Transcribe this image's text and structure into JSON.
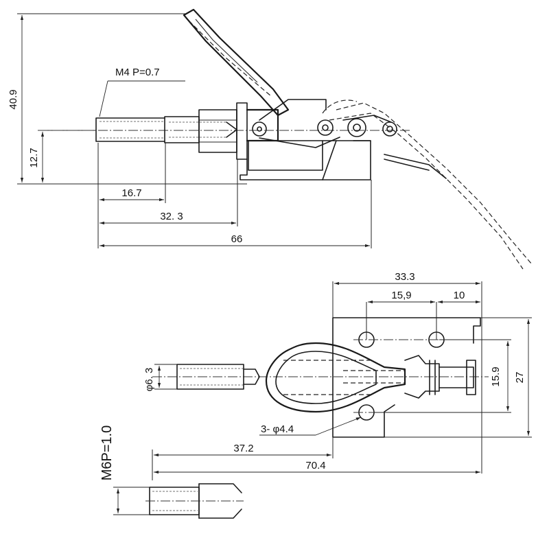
{
  "side_view": {
    "thread_label": "M4 P=0.7",
    "dim_overall_height": "40.9",
    "dim_axis_height": "12.7",
    "dim_thread_length": "16.7",
    "dim_plunger_length": "32. 3",
    "dim_overall_length": "66"
  },
  "top_view": {
    "dim_base_width": "33.3",
    "dim_hole_spacing_a": "15,9",
    "dim_hole_spacing_b": "10",
    "dim_hole_pitch_vertical": "15.9",
    "dim_base_height": "27",
    "dim_rod_diameter": "φ6. 3",
    "dim_mount_holes": "3- φ4.4",
    "dim_reach": "37.2",
    "dim_total_length": "70.4"
  },
  "detail_view": {
    "thread_label": "M6P=1.0"
  }
}
